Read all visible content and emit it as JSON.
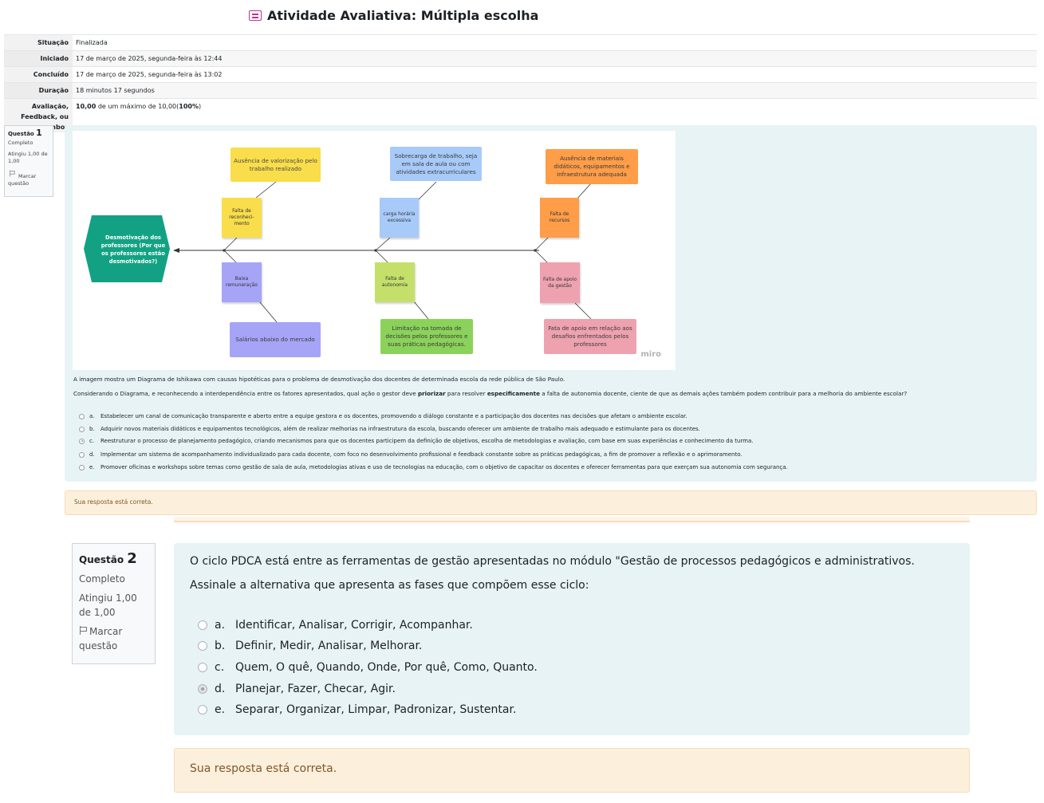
{
  "header": {
    "icon": "quiz-icon",
    "title": "Atividade Avaliativa: Múltipla escolha"
  },
  "summary": [
    {
      "label": "Situação",
      "value": "Finalizada"
    },
    {
      "label": "Iniciado",
      "value": "17 de março de 2025, segunda-feira às 12:44"
    },
    {
      "label": "Concluído",
      "value": "17 de março de 2025, segunda-feira às 13:02"
    },
    {
      "label": "Duração",
      "value": "18 minutos 17 segundos"
    },
    {
      "label": "Avaliação, Feedback, ou ambos",
      "value_bold": "10,00",
      "value_rest": " de um máximo de 10,00(",
      "value_pct": "100%",
      "value_end": ")"
    }
  ],
  "q1": {
    "label": "Questão",
    "number": "1",
    "status": "Completo",
    "score": "Atingiu 1,00 de 1,00",
    "flag": "Marcar questão",
    "diagram": {
      "head": "Desmotivação dos professores (Por que os professores estão desmotivados?)",
      "top_boxes": [
        "Ausência de valorização pelo trabalho realizado",
        "Sobrecarga de trabalho, seja em sala de aula ou com atividades extracurriculares",
        "Ausência de materiais didáticos, equipamentos e infraestrutura adequada"
      ],
      "top_notes": [
        "Falta de reconheci-mento",
        "carga horária excessiva",
        "Falta de recursos"
      ],
      "bottom_notes": [
        "Baixa remuneração",
        "Falta de autonomia",
        "Falta de apoio da gestão"
      ],
      "bottom_boxes": [
        "Salários abaixo do mercado",
        "Limitação na tomada de decisões pelos professores e suas práticas pedagógicas.",
        "Fata de apoio em relação aos desafios enfrentados pelos professores"
      ],
      "watermark": "miro",
      "colors": {
        "head": "#12a283",
        "yellow": "#f9dd4a",
        "blue": "#a7caf9",
        "orange": "#ff9d48",
        "purple": "#a6a4f7",
        "green": "#c5e06a",
        "pink": "#eea2b0"
      }
    },
    "text1": "A imagem mostra um Diagrama de Ishikawa com causas hipotéticas para o problema de desmotivação dos docentes de determinada escola da rede pública de São Paulo.",
    "text2_a": "Considerando o Diagrama, e reconhecendo a interdependência entre os fatores apresentados, qual ação o gestor deve ",
    "text2_b": "priorizar",
    "text2_c": " para resolver ",
    "text2_d": "especificamente",
    "text2_e": " a falta de autonomia docente, ciente de que as demais ações também podem contribuir para a melhoria do ambiente escolar?",
    "options": [
      {
        "letter": "a.",
        "text": "Estabelecer um canal de comunicação transparente e aberto entre a equipe gestora e os docentes, promovendo o diálogo constante e a participação dos docentes nas decisões que afetam o ambiente escolar."
      },
      {
        "letter": "b.",
        "text": "Adquirir novos materiais didáticos e equipamentos tecnológicos, além de realizar melhorias na infraestrutura da escola, buscando oferecer um ambiente de trabalho mais adequado e estimulante para os docentes."
      },
      {
        "letter": "c.",
        "text": "Reestruturar o processo de planejamento pedagógico, criando mecanismos para que os docentes participem da definição de objetivos, escolha de metodologias e avaliação, com base em suas experiências e conhecimento da turma."
      },
      {
        "letter": "d.",
        "text": "Implementar um sistema de acompanhamento individualizado para cada docente, com foco no desenvolvimento profissional e feedback constante sobre as práticas pedagógicas, a fim de promover a reflexão e o aprimoramento."
      },
      {
        "letter": "e.",
        "text": "Promover oficinas e workshops sobre temas como gestão de sala de aula, metodologias ativas e uso de tecnologias na educação, com o objetivo de capacitar os docentes e oferecer ferramentas para que exerçam sua autonomia com segurança."
      }
    ],
    "selected": "c.",
    "feedback": "Sua resposta está correta."
  },
  "q2": {
    "label": "Questão",
    "number": "2",
    "status": "Completo",
    "score": "Atingiu 1,00 de 1,00",
    "flag": "Marcar questão",
    "text1": "O ciclo PDCA está entre as ferramentas de gestão apresentadas no módulo \"Gestão de processos pedagógicos e administrativos.",
    "text2": "Assinale a alternativa que apresenta as fases que compõem esse ciclo:",
    "options": [
      {
        "letter": "a.",
        "text": "Identificar, Analisar, Corrigir, Acompanhar."
      },
      {
        "letter": "b.",
        "text": "Definir, Medir, Analisar, Melhorar."
      },
      {
        "letter": "c.",
        "text": "Quem, O quê, Quando, Onde, Por quê, Como, Quanto."
      },
      {
        "letter": "d.",
        "text": "Planejar, Fazer, Checar, Agir."
      },
      {
        "letter": "e.",
        "text": "Separar, Organizar, Limpar, Padronizar, Sustentar."
      }
    ],
    "selected": "d.",
    "feedback": "Sua resposta está correta."
  }
}
